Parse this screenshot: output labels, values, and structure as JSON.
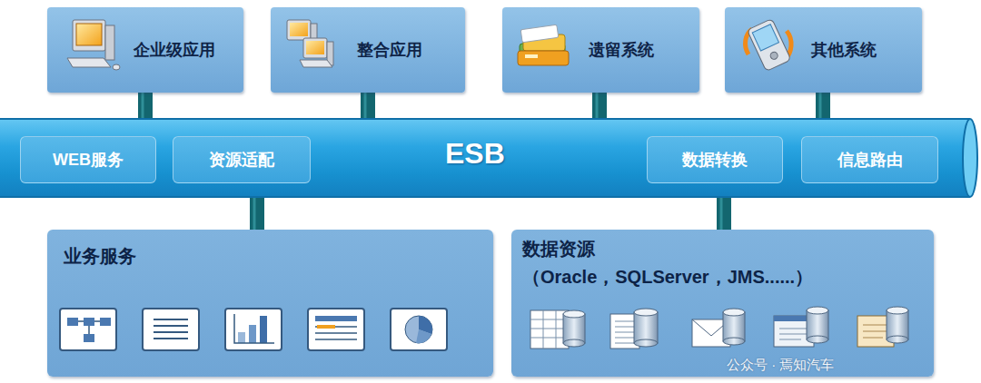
{
  "diagram": {
    "nodes": [
      {
        "text": [
          "企业级应用"
        ]
      },
      {
        "text": [
          "整合应用"
        ]
      },
      {
        "text": [
          "遗留系统"
        ]
      },
      {
        "text": [
          "其他系统"
        ]
      },
      {
        "text": [
          "ESB"
        ]
      },
      {
        "text": [
          "WEB服务"
        ],
        "in": 4
      },
      {
        "text": [
          "资源适配"
        ],
        "in": 4
      },
      {
        "text": [
          "数据转换"
        ],
        "in": 4
      },
      {
        "text": [
          "信息路由"
        ],
        "in": 4
      },
      {
        "text": [
          "业务服务"
        ]
      },
      {
        "text": [
          "数据资源",
          "（Oracle，SQLServer，JMS......）"
        ]
      }
    ],
    "edges": [
      {
        "from": 0,
        "to": 4,
        "arrow": "none"
      },
      {
        "from": 1,
        "to": 4,
        "arrow": "none"
      },
      {
        "from": 2,
        "to": 4,
        "arrow": "none"
      },
      {
        "from": 3,
        "to": 4,
        "arrow": "none"
      },
      {
        "from": 4,
        "to": 9,
        "arrow": "none"
      },
      {
        "from": 4,
        "to": 10,
        "arrow": "none"
      }
    ],
    "labels": [
      "公众号 · 焉知汽车"
    ]
  }
}
